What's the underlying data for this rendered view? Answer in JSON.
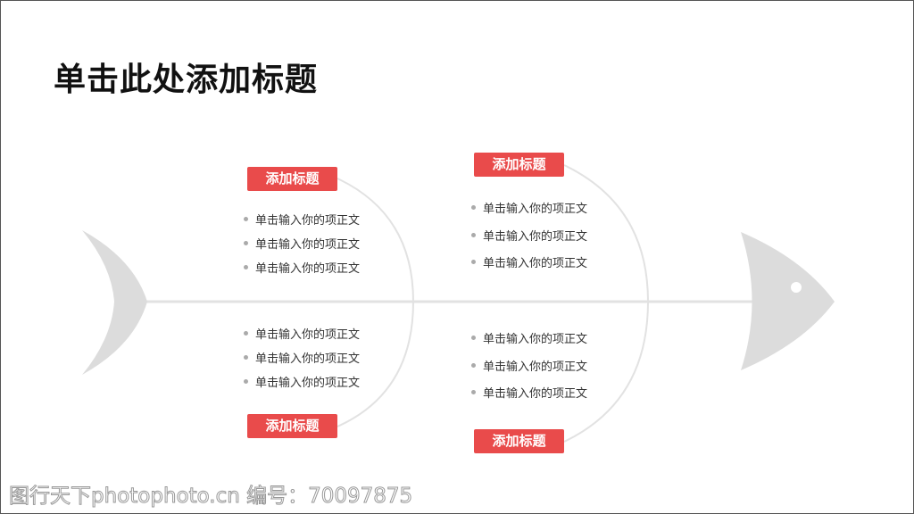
{
  "title": "单击此处添加标题",
  "branches": [
    {
      "label": "添加标题",
      "items": [
        "单击输入你的项正文",
        "单击输入你的项正文",
        "单击输入你的项正文"
      ]
    },
    {
      "label": "添加标题",
      "items": [
        "单击输入你的项正文",
        "单击输入你的项正文",
        "单击输入你的项正文"
      ]
    },
    {
      "label": "添加标题",
      "items": [
        "单击输入你的项正文",
        "单击输入你的项正文",
        "单击输入你的项正文"
      ]
    },
    {
      "label": "添加标题",
      "items": [
        "单击输入你的项正文",
        "单击输入你的项正文",
        "单击输入你的项正文"
      ]
    }
  ],
  "colors": {
    "accent": "#e94b4b",
    "bone": "#dcdcdc"
  },
  "watermark": "图行天下photophoto.cn 编号：70097875"
}
